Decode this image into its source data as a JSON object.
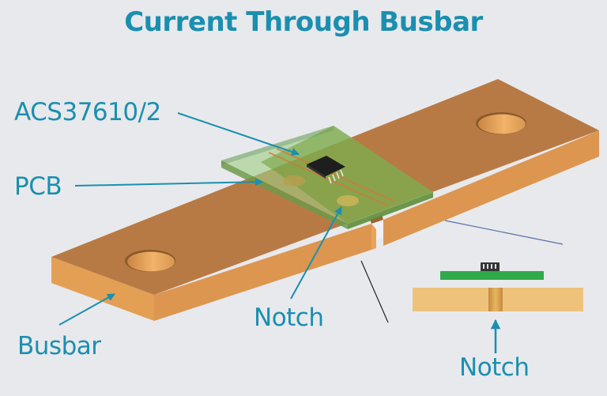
{
  "title": "Current Through Busbar",
  "labels": {
    "sensor": "ACS37610/2",
    "pcb": "PCB",
    "busbar": "Busbar",
    "notch_3d": "Notch",
    "notch_section": "Notch"
  },
  "colors": {
    "accent_text": "#1a8fb0",
    "arrow": "#1a8fb0",
    "background": "#e8e9ec",
    "copper_top": "#b87a45",
    "copper_front": "#e3a055",
    "copper_side": "#d08a4a",
    "pcb_green": "#2faa4a",
    "section_busbar": "#eec27a",
    "chip": "#222222"
  }
}
